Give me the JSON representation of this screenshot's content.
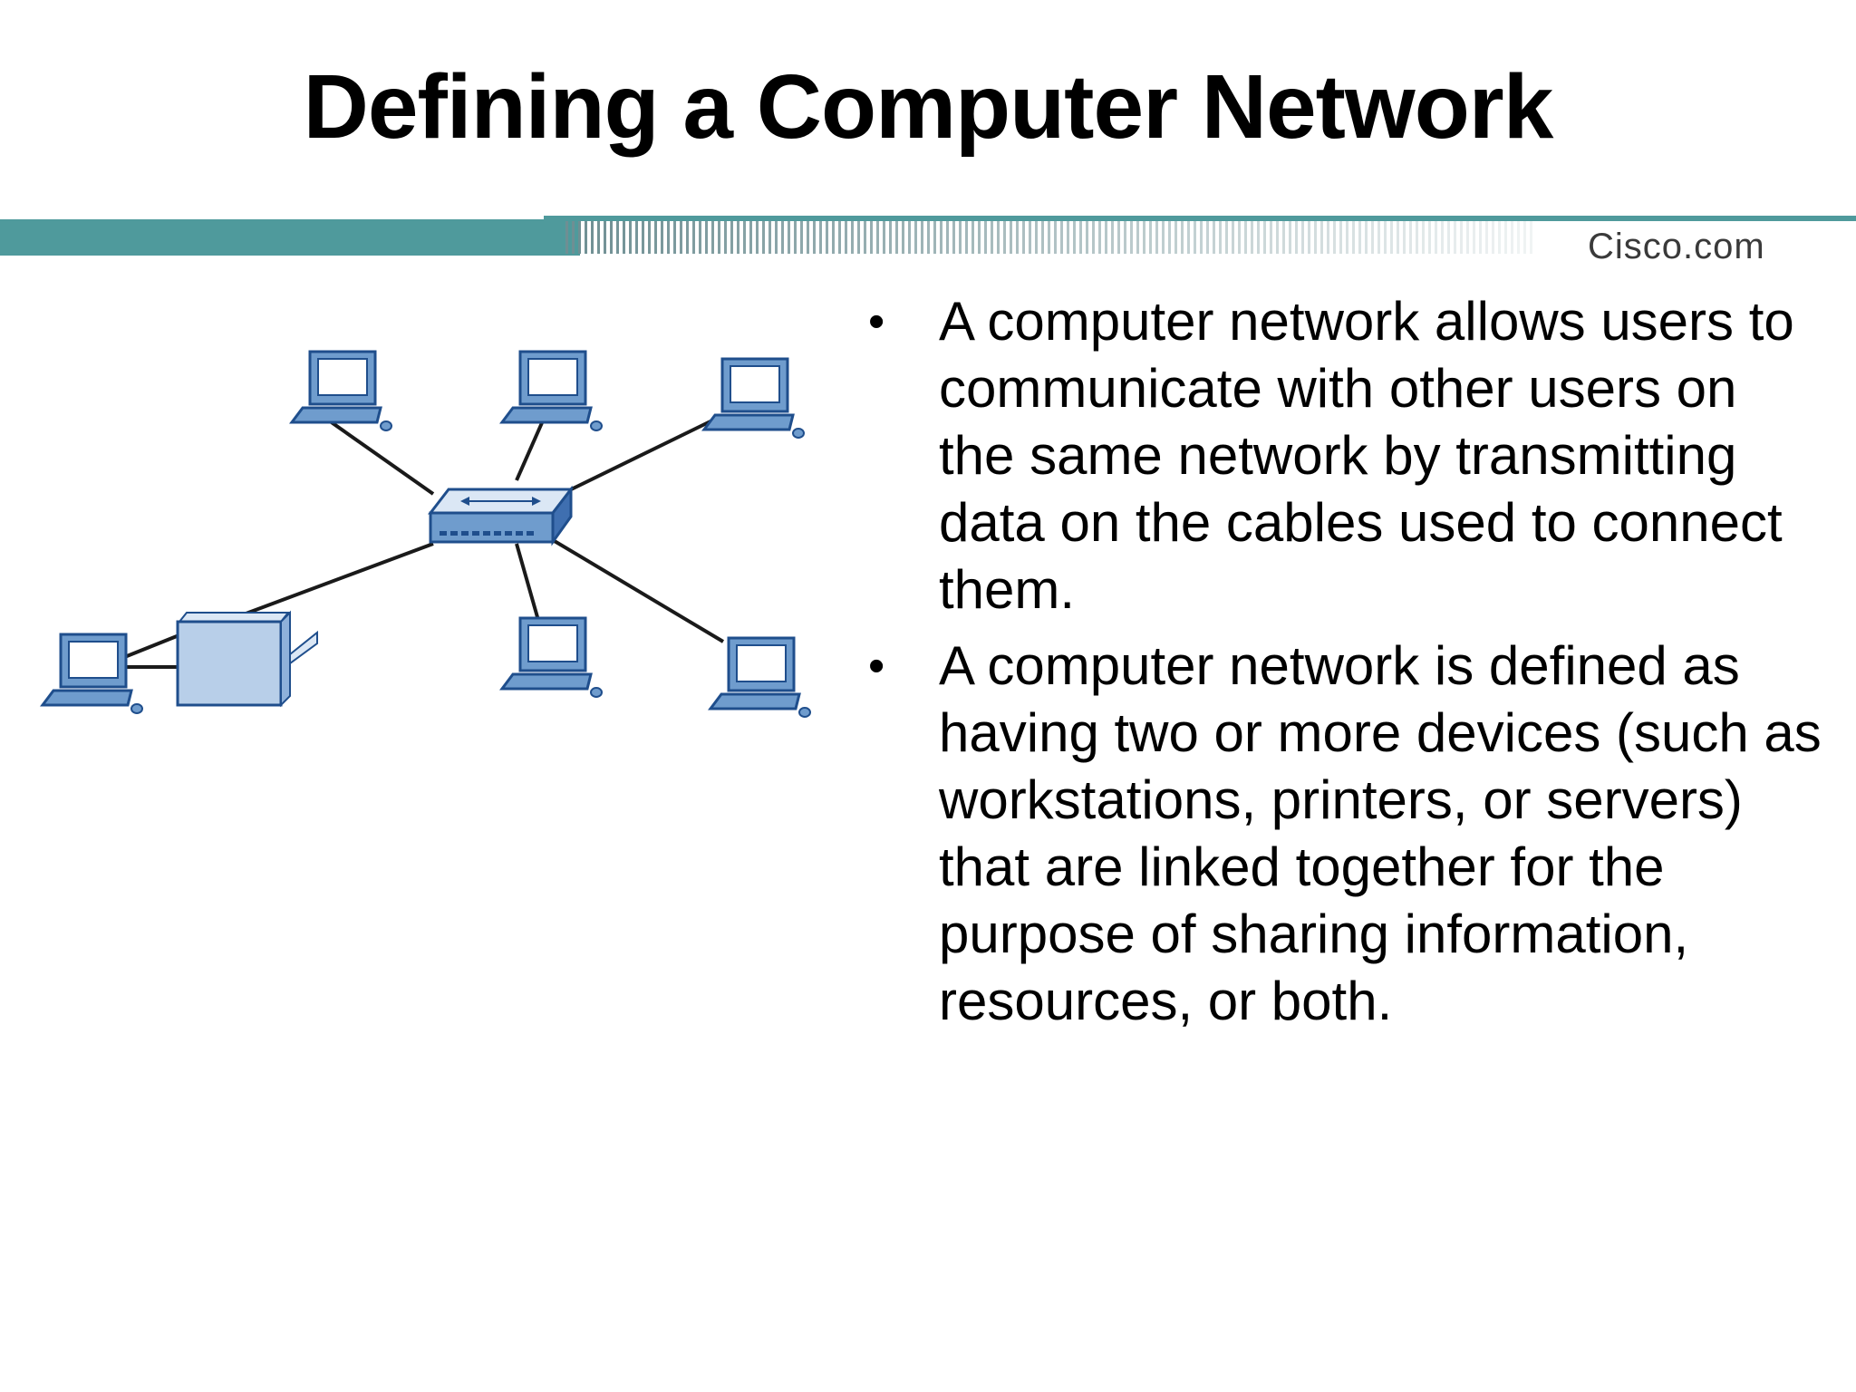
{
  "slide": {
    "title": "Defining a Computer Network",
    "brand": "Cisco.com",
    "colors": {
      "band_teal": "#4f9a9c",
      "device_blue": "#6f9ccd",
      "device_outline": "#1f4e8c",
      "cable": "#1a1a1a"
    }
  },
  "bullets": [
    {
      "marker": "•",
      "text": "A computer network allows users to communicate with other users on the same network by transmitting data on the cables used to connect them."
    },
    {
      "marker": "•",
      "text": "A computer network is defined as having two or more devices (such as workstations, printers, or servers) that are linked together for the purpose of sharing information, resources, or both."
    }
  ],
  "diagram": {
    "icons": [
      "workstation-icon",
      "switch-icon",
      "printer-icon"
    ]
  }
}
